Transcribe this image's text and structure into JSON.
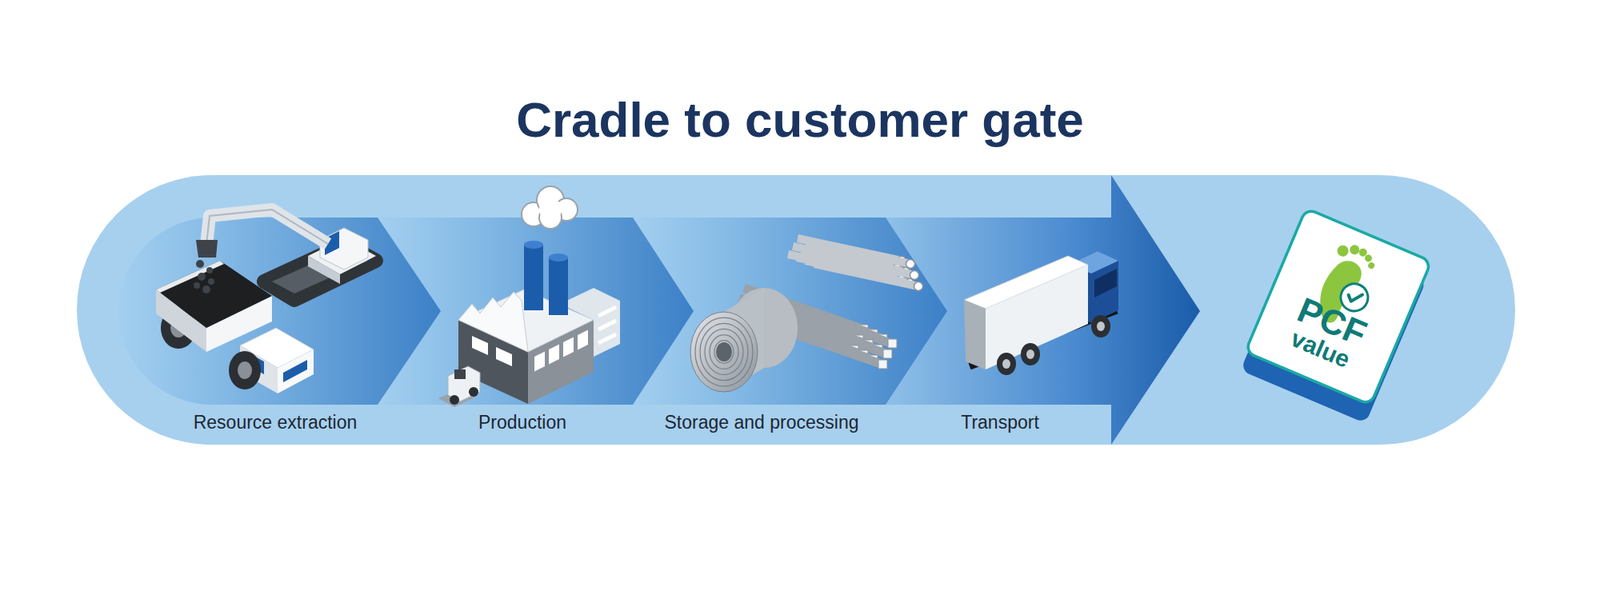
{
  "diagram": {
    "title": "Cradle to customer gate",
    "nodes": [
      {
        "text": [
          "Resource extraction"
        ]
      },
      {
        "text": [
          "Production"
        ]
      },
      {
        "text": [
          "Storage and processing"
        ]
      },
      {
        "text": [
          "Transport"
        ]
      },
      {
        "text": [
          "PCF",
          "value"
        ]
      }
    ]
  }
}
